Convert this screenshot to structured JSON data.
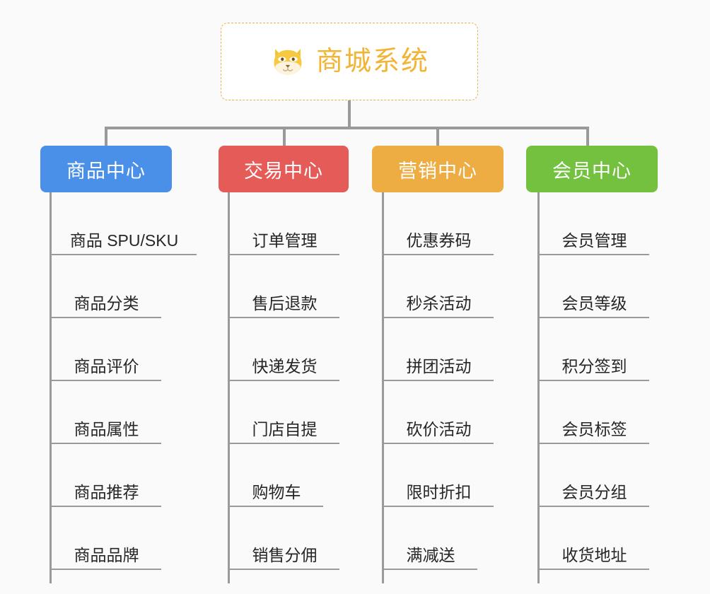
{
  "page": {
    "background_color": "#fafafa",
    "diagram_type": "organization-tree"
  },
  "root": {
    "title": "商城系统",
    "icon": "shiba-dog-face-icon",
    "text_color": "#f2b432",
    "border_color": "#e8b44a",
    "background_color": "#ffffff"
  },
  "connector": {
    "color": "#9a9a9a"
  },
  "categories": [
    {
      "label": "商品中心",
      "color": "#4a90e8",
      "items": [
        "商品 SPU/SKU",
        "商品分类",
        "商品评价",
        "商品属性",
        "商品推荐",
        "商品品牌"
      ]
    },
    {
      "label": "交易中心",
      "color": "#e55b57",
      "items": [
        "订单管理",
        "售后退款",
        "快递发货",
        "门店自提",
        "购物车",
        "销售分佣"
      ]
    },
    {
      "label": "营销中心",
      "color": "#edad42",
      "items": [
        "优惠券码",
        "秒杀活动",
        "拼团活动",
        "砍价活动",
        "限时折扣",
        "满减送"
      ]
    },
    {
      "label": "会员中心",
      "color": "#73c13f",
      "items": [
        "会员管理",
        "会员等级",
        "积分签到",
        "会员标签",
        "会员分组",
        "收货地址"
      ]
    }
  ]
}
